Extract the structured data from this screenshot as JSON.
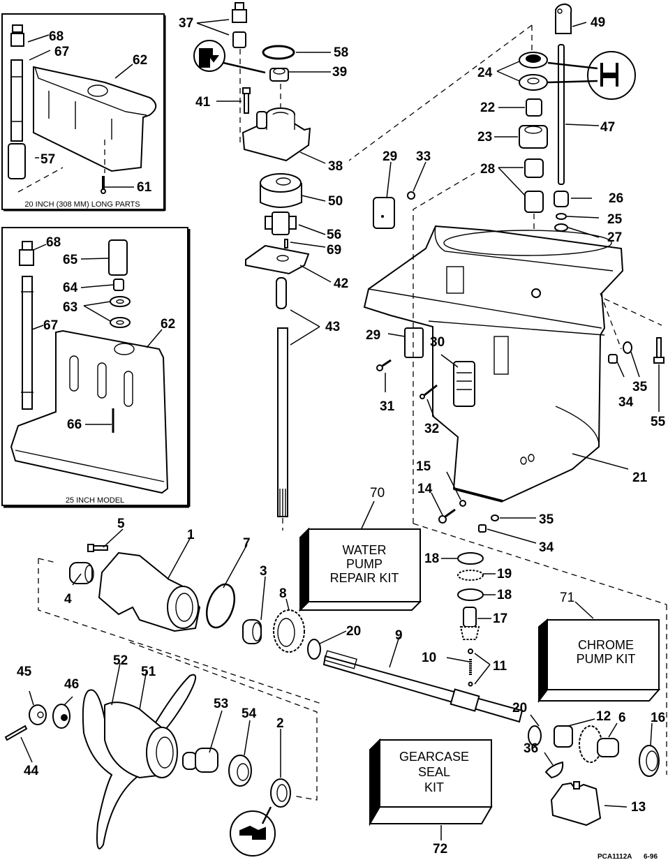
{
  "diagram": {
    "title": "Gearcase exploded parts diagram",
    "drawing_code": "PCA1112A",
    "drawing_date": "6-96",
    "insets": [
      {
        "id": "inset-20-inch",
        "caption": "20 INCH (308 MM) LONG PARTS",
        "callouts": [
          "68",
          "67",
          "62",
          "57",
          "61"
        ]
      },
      {
        "id": "inset-25-inch",
        "caption": "25 INCH MODEL",
        "callouts": [
          "68",
          "65",
          "64",
          "63",
          "67",
          "62",
          "66"
        ]
      }
    ],
    "kits": [
      {
        "number": "70",
        "lines": [
          "WATER",
          "PUMP",
          "REPAIR KIT"
        ]
      },
      {
        "number": "71",
        "lines": [
          "CHROME",
          "PUMP KIT"
        ]
      },
      {
        "number": "72",
        "lines": [
          "GEARCASE",
          "SEAL",
          "KIT"
        ]
      }
    ],
    "callouts": {
      "c1": "1",
      "c2": "2",
      "c3": "3",
      "c4": "4",
      "c5": "5",
      "c6": "6",
      "c7": "7",
      "c8": "8",
      "c9": "9",
      "c10": "10",
      "c11": "11",
      "c12": "12",
      "c13": "13",
      "c14": "14",
      "c15": "15",
      "c16": "16",
      "c17": "17",
      "c18a": "18",
      "c18b": "18",
      "c19": "19",
      "c20a": "20",
      "c20b": "20",
      "c21": "21",
      "c22": "22",
      "c23": "23",
      "c24": "24",
      "c25": "25",
      "c26": "26",
      "c27": "27",
      "c28": "28",
      "c29a": "29",
      "c29b": "29",
      "c30": "30",
      "c31": "31",
      "c32": "32",
      "c33": "33",
      "c34a": "34",
      "c34b": "34",
      "c35a": "35",
      "c35b": "35",
      "c36": "36",
      "c37": "37",
      "c38": "38",
      "c39": "39",
      "c41": "41",
      "c42": "42",
      "c43": "43",
      "c44": "44",
      "c45": "45",
      "c46": "46",
      "c47": "47",
      "c49": "49",
      "c50": "50",
      "c51": "51",
      "c52": "52",
      "c53": "53",
      "c54": "54",
      "c55": "55",
      "c56": "56",
      "c58": "58",
      "c69": "69",
      "i1_68": "68",
      "i1_67": "67",
      "i1_62": "62",
      "i1_57": "57",
      "i1_61": "61",
      "i2_68": "68",
      "i2_65": "65",
      "i2_64": "64",
      "i2_63": "63",
      "i2_67": "67",
      "i2_62": "62",
      "i2_66": "66"
    }
  }
}
